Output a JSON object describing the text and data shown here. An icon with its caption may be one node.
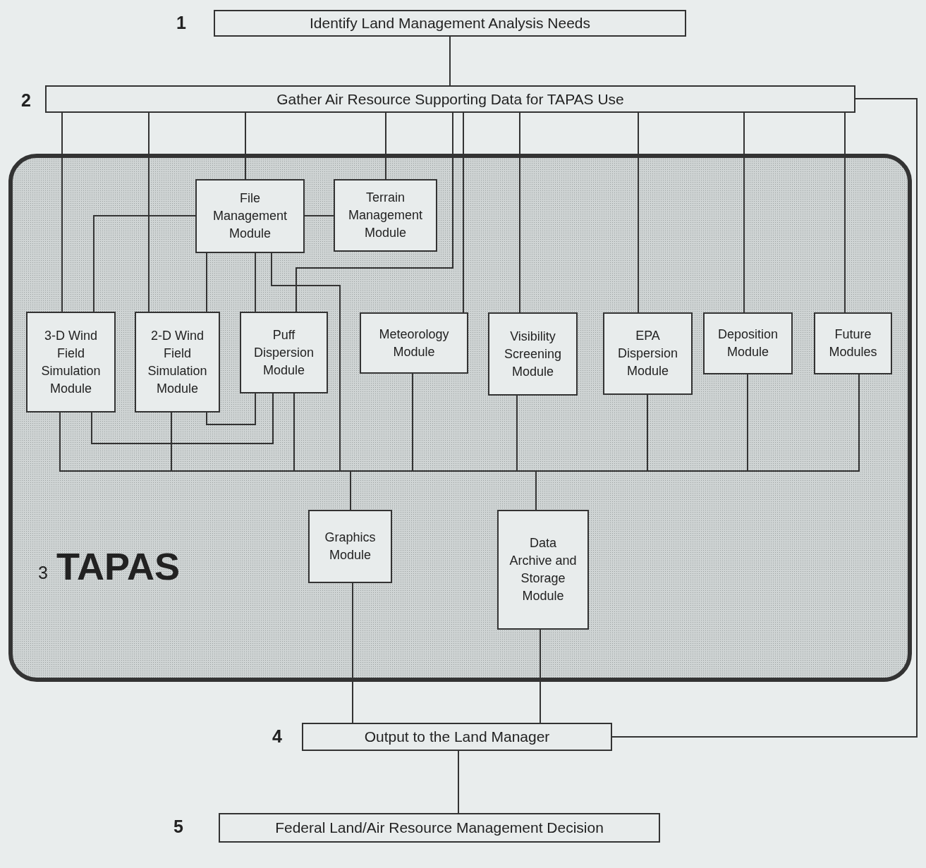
{
  "diagram": {
    "nodes": [
      {
        "text": [
          "Identify Land Management Analysis Needs"
        ],
        "beside": [
          "1"
        ]
      },
      {
        "text": [
          "Gather Air Resource Supporting Data for  TAPAS Use"
        ],
        "beside": [
          "2"
        ]
      },
      {
        "text": [
          "TAPAS"
        ],
        "beside": [
          "3"
        ]
      },
      {
        "text": [
          "File Management Module"
        ],
        "in": 2
      },
      {
        "text": [
          "Terrain Management Module"
        ],
        "in": 2
      },
      {
        "text": [
          "3-D Wind Field Simulation Module"
        ],
        "in": 2
      },
      {
        "text": [
          "2-D Wind Field Simulation Module"
        ],
        "in": 2
      },
      {
        "text": [
          "Puff Dispersion Module"
        ],
        "in": 2
      },
      {
        "text": [
          "Meteorology Module"
        ],
        "in": 2
      },
      {
        "text": [
          "Visibility Screening Module"
        ],
        "in": 2
      },
      {
        "text": [
          "EPA Dispersion Module"
        ],
        "in": 2
      },
      {
        "text": [
          "Deposition Module"
        ],
        "in": 2
      },
      {
        "text": [
          "Future Modules"
        ],
        "in": 2
      },
      {
        "text": [
          "Graphics Module"
        ],
        "in": 2
      },
      {
        "text": [
          "Data Archive and Storage Module"
        ],
        "in": 2
      },
      {
        "text": [
          "Output to the Land Manager"
        ],
        "beside": [
          "4"
        ]
      },
      {
        "text": [
          "Federal Land/Air Resource Management Decision"
        ],
        "beside": [
          "5"
        ]
      }
    ],
    "edges": [
      {
        "from": 0,
        "to": 1,
        "arrow": "none"
      },
      {
        "from": 1,
        "to": 5,
        "arrow": "none"
      },
      {
        "from": 1,
        "to": 6,
        "arrow": "none"
      },
      {
        "from": 1,
        "to": 3,
        "arrow": "none"
      },
      {
        "from": 1,
        "to": 4,
        "arrow": "none"
      },
      {
        "from": 1,
        "to": 7,
        "arrow": "none"
      },
      {
        "from": 1,
        "to": 8,
        "arrow": "none"
      },
      {
        "from": 1,
        "to": 9,
        "arrow": "none"
      },
      {
        "from": 1,
        "to": 10,
        "arrow": "none"
      },
      {
        "from": 1,
        "to": 11,
        "arrow": "none"
      },
      {
        "from": 1,
        "to": 12,
        "arrow": "none"
      },
      {
        "from": 1,
        "to": 15,
        "arrow": "none"
      },
      {
        "from": 3,
        "to": 4,
        "arrow": "none"
      },
      {
        "from": 3,
        "to": 5,
        "arrow": "none"
      },
      {
        "from": 3,
        "to": 6,
        "arrow": "none"
      },
      {
        "from": 3,
        "to": 7,
        "arrow": "none"
      },
      {
        "from": 6,
        "to": 7,
        "arrow": "none"
      },
      {
        "from": 5,
        "to": 7,
        "arrow": "none"
      },
      {
        "from": 5,
        "to": 13,
        "arrow": "none"
      },
      {
        "from": 5,
        "to": 14,
        "arrow": "none"
      },
      {
        "from": 6,
        "to": 13,
        "arrow": "none"
      },
      {
        "from": 6,
        "to": 14,
        "arrow": "none"
      },
      {
        "from": 7,
        "to": 13,
        "arrow": "none"
      },
      {
        "from": 7,
        "to": 14,
        "arrow": "none"
      },
      {
        "from": 3,
        "to": 13,
        "arrow": "none"
      },
      {
        "from": 3,
        "to": 14,
        "arrow": "none"
      },
      {
        "from": 8,
        "to": 13,
        "arrow": "none"
      },
      {
        "from": 8,
        "to": 14,
        "arrow": "none"
      },
      {
        "from": 9,
        "to": 13,
        "arrow": "none"
      },
      {
        "from": 9,
        "to": 14,
        "arrow": "none"
      },
      {
        "from": 10,
        "to": 13,
        "arrow": "none"
      },
      {
        "from": 10,
        "to": 14,
        "arrow": "none"
      },
      {
        "from": 11,
        "to": 13,
        "arrow": "none"
      },
      {
        "from": 11,
        "to": 14,
        "arrow": "none"
      },
      {
        "from": 12,
        "to": 13,
        "arrow": "none"
      },
      {
        "from": 12,
        "to": 14,
        "arrow": "none"
      },
      {
        "from": 13,
        "to": 15,
        "arrow": "none"
      },
      {
        "from": 14,
        "to": 15,
        "arrow": "none"
      },
      {
        "from": 15,
        "to": 16,
        "arrow": "none"
      }
    ]
  }
}
